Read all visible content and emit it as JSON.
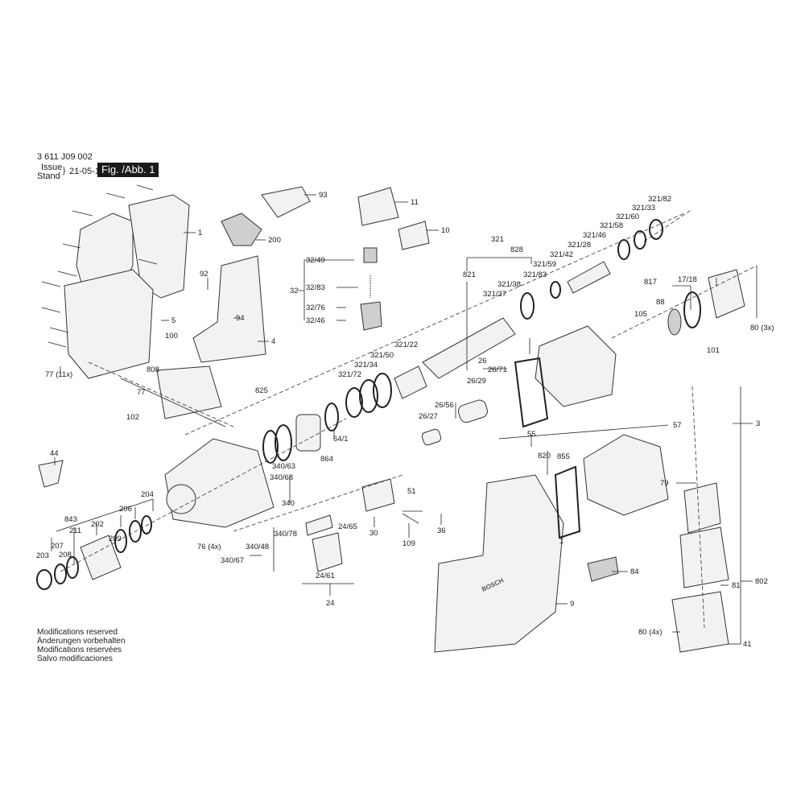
{
  "header": {
    "drawing_number": "3 611 J09 002",
    "issue_label_1": "Issue",
    "issue_label_2": "Stand",
    "issue_date": "21-05-10",
    "fig_label": "Fig. /Abb. 1"
  },
  "footer": {
    "notes": [
      "Modifications reserved",
      "Änderungen vorbehalten",
      "Modifications reservées",
      "Salvo modificaciones"
    ]
  },
  "callouts": [
    {
      "label": "93"
    },
    {
      "label": "11"
    },
    {
      "label": "10"
    },
    {
      "label": "1"
    },
    {
      "label": "200"
    },
    {
      "label": "92"
    },
    {
      "label": "94"
    },
    {
      "label": "5"
    },
    {
      "label": "4"
    },
    {
      "label": "100"
    },
    {
      "label": "808"
    },
    {
      "label": "77"
    },
    {
      "label": "77 (11x)"
    },
    {
      "label": "102"
    },
    {
      "label": "32"
    },
    {
      "label": "32/49"
    },
    {
      "label": "32/83"
    },
    {
      "label": "32/76"
    },
    {
      "label": "32/46"
    },
    {
      "label": "321"
    },
    {
      "label": "828"
    },
    {
      "label": "821"
    },
    {
      "label": "321/38"
    },
    {
      "label": "321/37"
    },
    {
      "label": "321/83"
    },
    {
      "label": "321/59"
    },
    {
      "label": "321/42"
    },
    {
      "label": "321/28"
    },
    {
      "label": "321/46"
    },
    {
      "label": "321/58"
    },
    {
      "label": "321/60"
    },
    {
      "label": "321/33"
    },
    {
      "label": "321/82"
    },
    {
      "label": "321/22"
    },
    {
      "label": "321/50"
    },
    {
      "label": "321/34"
    },
    {
      "label": "321/72"
    },
    {
      "label": "817"
    },
    {
      "label": "17/18"
    },
    {
      "label": "88"
    },
    {
      "label": "105"
    },
    {
      "label": "101"
    },
    {
      "label": "80 (3x)"
    },
    {
      "label": "26"
    },
    {
      "label": "26/71"
    },
    {
      "label": "26/29"
    },
    {
      "label": "26/56"
    },
    {
      "label": "26/27"
    },
    {
      "label": "55"
    },
    {
      "label": "825"
    },
    {
      "label": "3"
    },
    {
      "label": "57"
    },
    {
      "label": "44"
    },
    {
      "label": "64/1"
    },
    {
      "label": "864"
    },
    {
      "label": "340/63"
    },
    {
      "label": "340/68"
    },
    {
      "label": "340"
    },
    {
      "label": "340/78"
    },
    {
      "label": "340/48"
    },
    {
      "label": "340/67"
    },
    {
      "label": "76 (4x)"
    },
    {
      "label": "24/65"
    },
    {
      "label": "24/61"
    },
    {
      "label": "24"
    },
    {
      "label": "855"
    },
    {
      "label": "820"
    },
    {
      "label": "79"
    },
    {
      "label": "51"
    },
    {
      "label": "30"
    },
    {
      "label": "36"
    },
    {
      "label": "109"
    },
    {
      "label": "84"
    },
    {
      "label": "81"
    },
    {
      "label": "802"
    },
    {
      "label": "80 (4x)"
    },
    {
      "label": "41"
    },
    {
      "label": "9"
    },
    {
      "label": "843"
    },
    {
      "label": "211"
    },
    {
      "label": "207"
    },
    {
      "label": "203"
    },
    {
      "label": "208"
    },
    {
      "label": "209"
    },
    {
      "label": "202"
    },
    {
      "label": "206"
    },
    {
      "label": "204"
    }
  ],
  "brand_text": "BOSCH"
}
